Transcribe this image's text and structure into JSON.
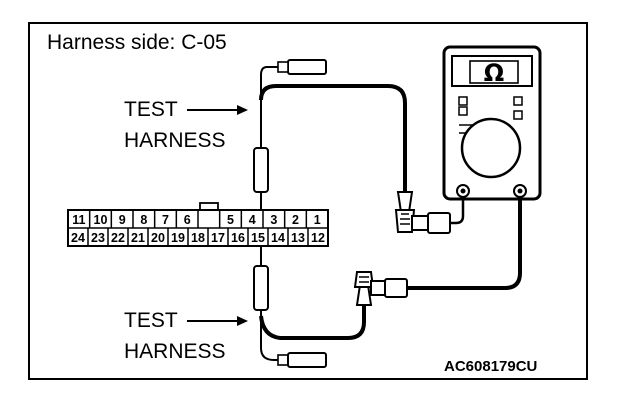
{
  "diagram": {
    "title": "Harness side: C-05",
    "test_harness_label_top": [
      "TEST",
      "HARNESS"
    ],
    "test_harness_label_bottom": [
      "TEST",
      "HARNESS"
    ],
    "figure_code": "AC608179CU",
    "meter_symbol": "Ω",
    "connector": {
      "top_row": [
        "11",
        "10",
        "9",
        "8",
        "7",
        "6",
        "",
        "5",
        "4",
        "3",
        "2",
        "1"
      ],
      "bottom_row": [
        "24",
        "23",
        "22",
        "21",
        "20",
        "19",
        "18",
        "17",
        "16",
        "15",
        "14",
        "13",
        "12"
      ]
    }
  }
}
